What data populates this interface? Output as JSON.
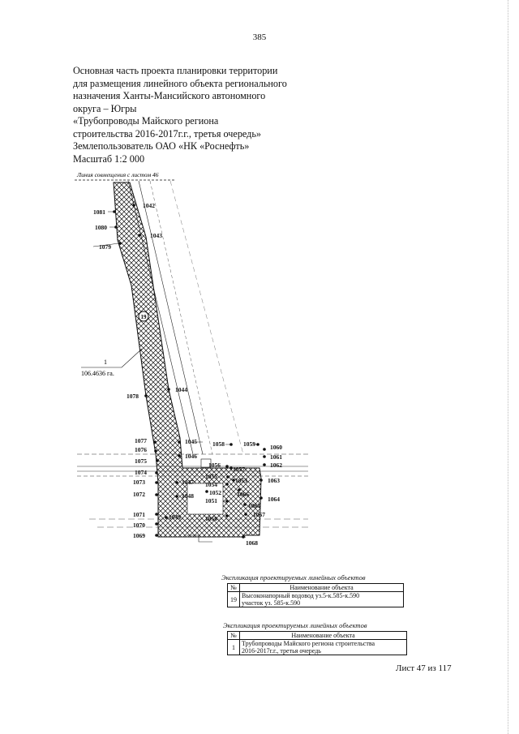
{
  "page_number": "385",
  "header_lines": [
    "Основная часть проекта планировки территории",
    "для размещения линейного объекта регионального",
    "назначения Ханты-Мансийского автономного",
    "округа – Югры",
    "«Трубопроводы Майского региона",
    "строительства 2016-2017г.г., третья очередь»",
    "Землепользователь ОАО «НК «Роснефть»",
    "Масштаб 1:2 000"
  ],
  "plan": {
    "match_line_label": "Линия совмещения с листом 46",
    "object_marker": "19",
    "area_parcel": "1",
    "area_value": "106.4636 га.",
    "point_labels": [
      "1042",
      "1043",
      "1079",
      "1080",
      "1081",
      "1044",
      "1078",
      "1045",
      "1046",
      "1077",
      "1076",
      "1075",
      "1058",
      "1059",
      "1060",
      "1061",
      "1062",
      "1057",
      "1056",
      "1055",
      "1053",
      "1054",
      "1074",
      "1073",
      "1047",
      "1063",
      "1052",
      "1066",
      "1064",
      "1072",
      "1048",
      "1051",
      "1065",
      "1067",
      "1071",
      "1049",
      "1050",
      "1070",
      "1069",
      "1068"
    ]
  },
  "table1": {
    "caption": "Экспликация проектируемых линейных объектов",
    "headers": [
      "№",
      "Наименование объекта"
    ],
    "rows": [
      {
        "num": "19",
        "lines": [
          "Высоконапорный водовод уз.5-к.585-к.590",
          "участок уз. 585-к.590"
        ]
      }
    ]
  },
  "table2": {
    "caption": "Экспликация проектируемых линейных объектов",
    "headers": [
      "№",
      "Наименование объекта"
    ],
    "rows": [
      {
        "num": "1",
        "lines": [
          "Трубопроводы Майского региона строительства",
          "2016-2017г.г., третья очередь"
        ]
      }
    ]
  },
  "sheet_label": "Лист 47 из 117"
}
